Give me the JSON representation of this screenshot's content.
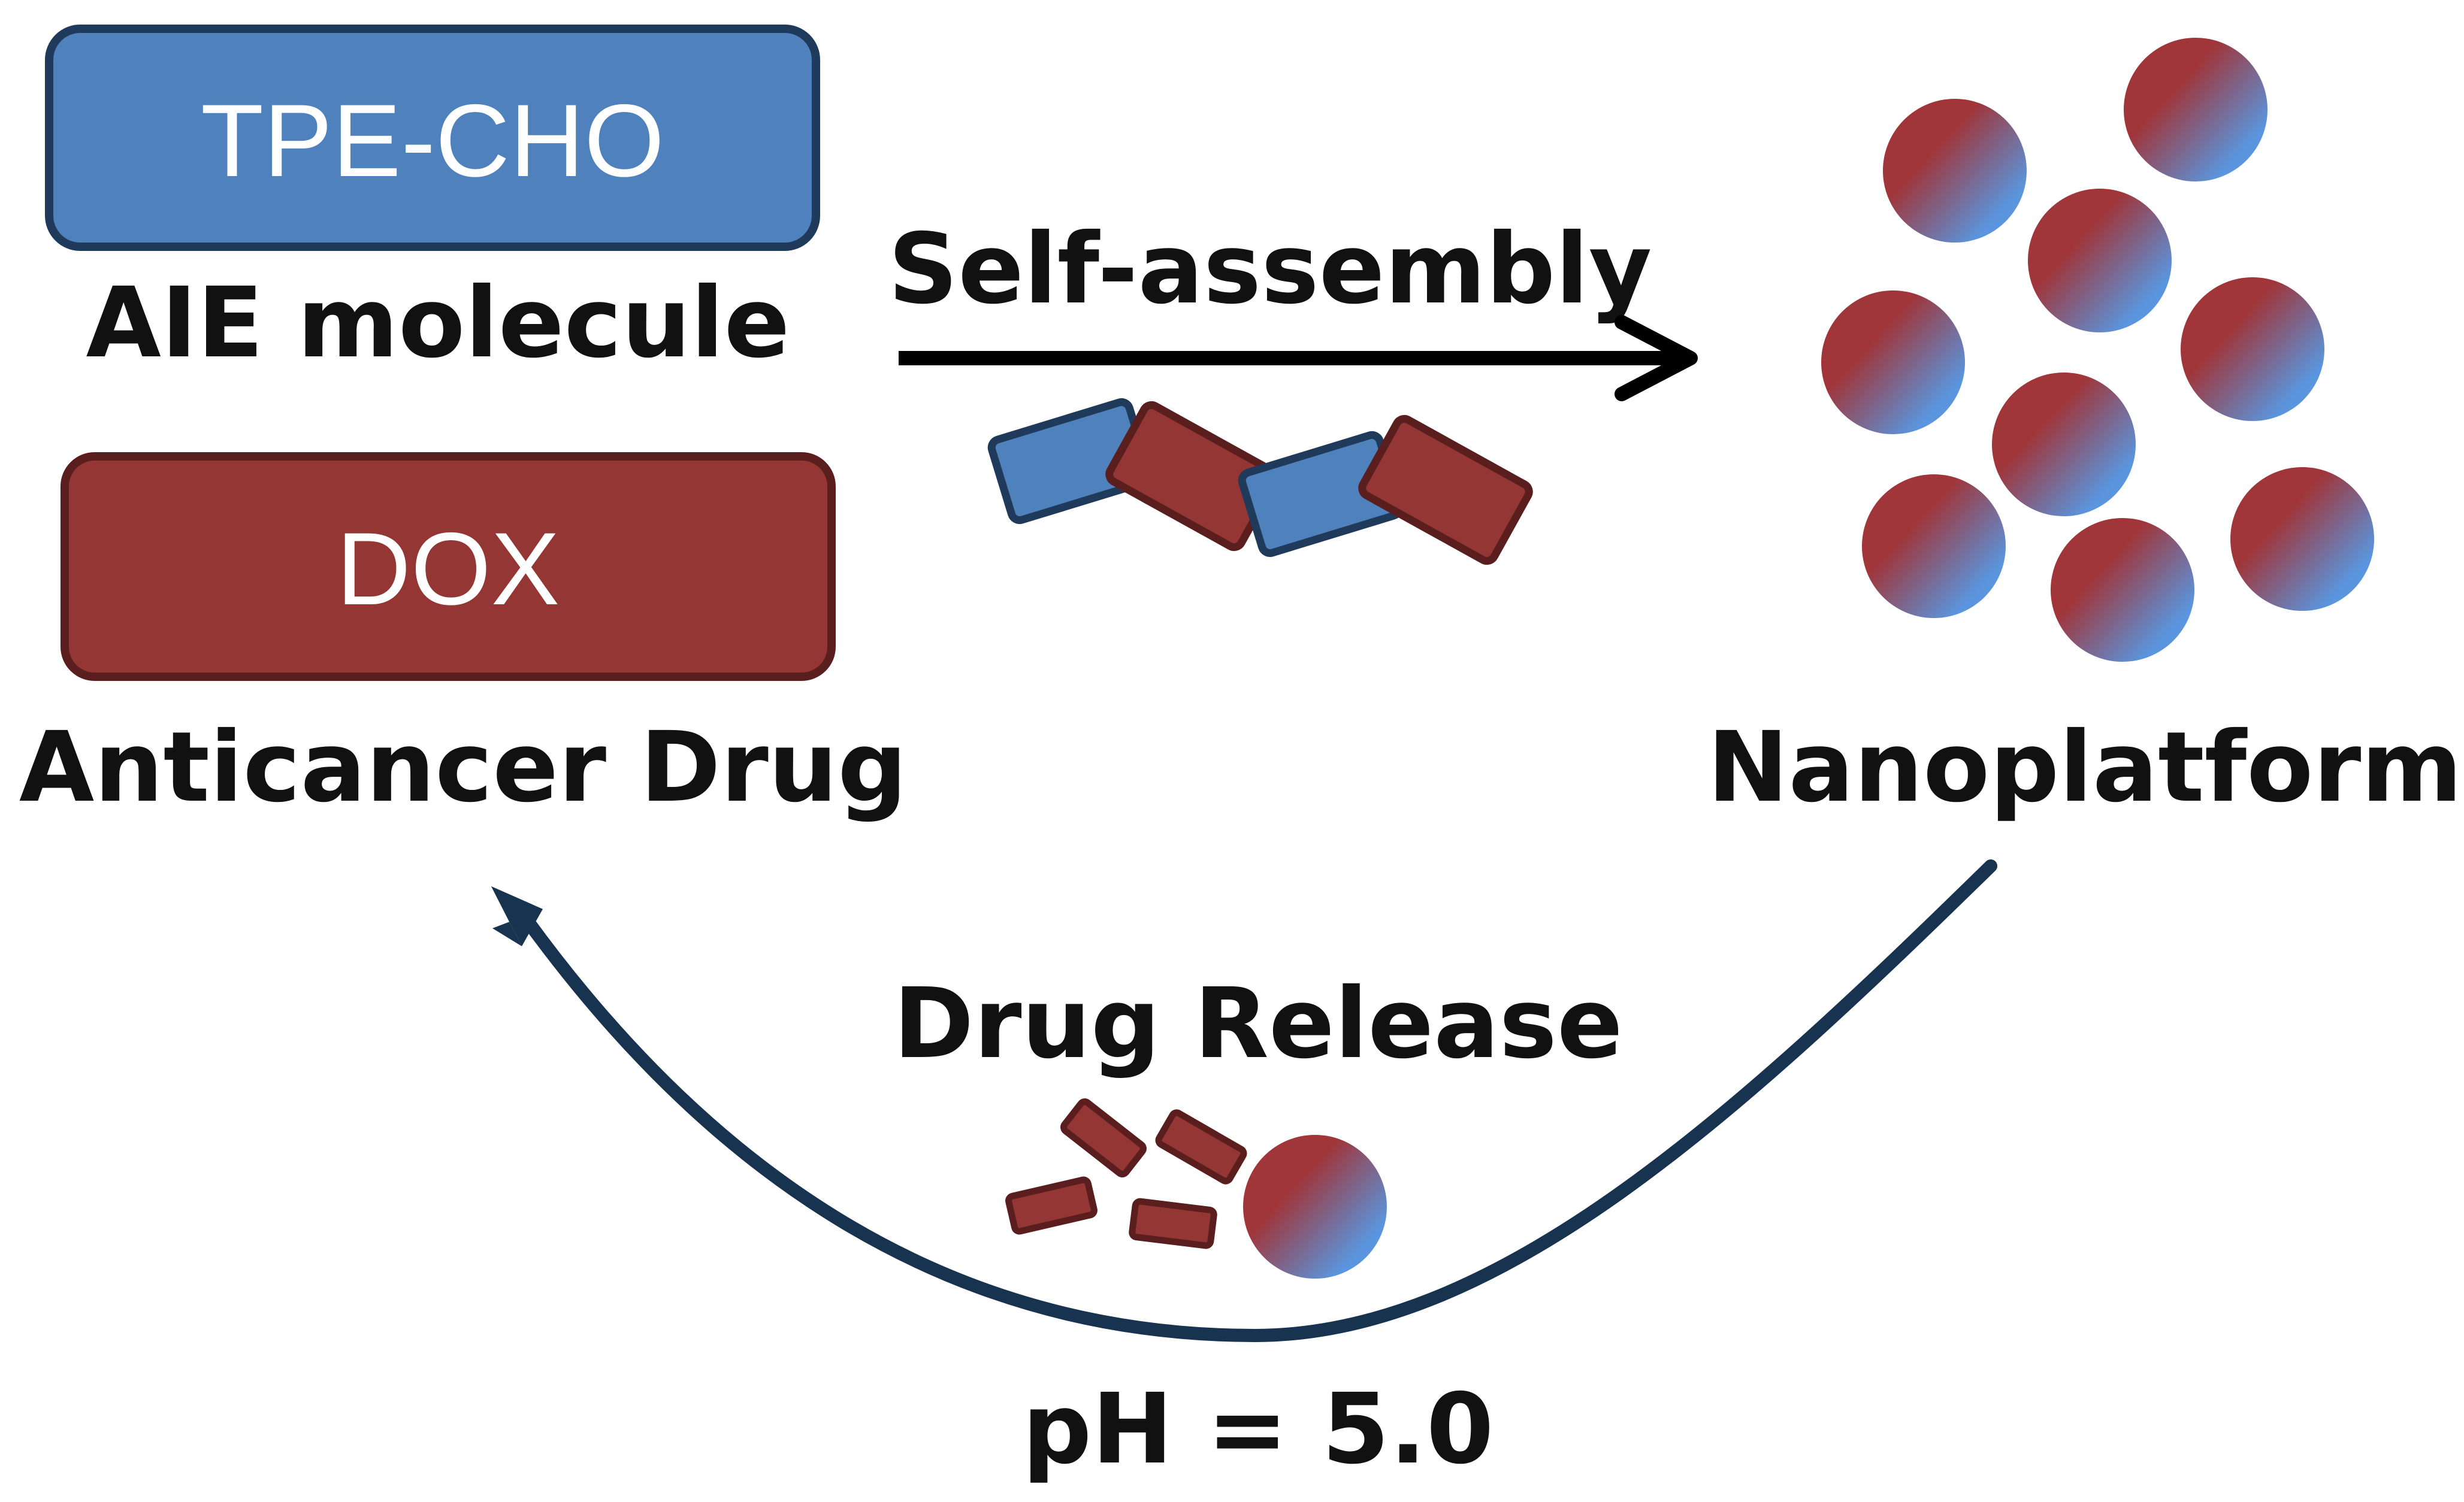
{
  "boxes": {
    "aie": {
      "text": "TPE-CHO",
      "caption": "AIE molecule"
    },
    "drug": {
      "text": "DOX",
      "caption": "Anticancer Drug"
    }
  },
  "arrows": {
    "assembly_label": "Self-assembly",
    "release_label": "Drug Release",
    "condition_label": "pH = 5.0"
  },
  "product": {
    "caption": "Nanoplatform"
  },
  "colors": {
    "aie_blue": "#4f81bd",
    "aie_border": "#1f3a5a",
    "drug_red": "#943634",
    "drug_border": "#5a1e1e",
    "sphere_red": "#a0353a",
    "sphere_blue": "#5a95dd",
    "curve_navy": "#17334f",
    "arrow_black": "#000000"
  }
}
